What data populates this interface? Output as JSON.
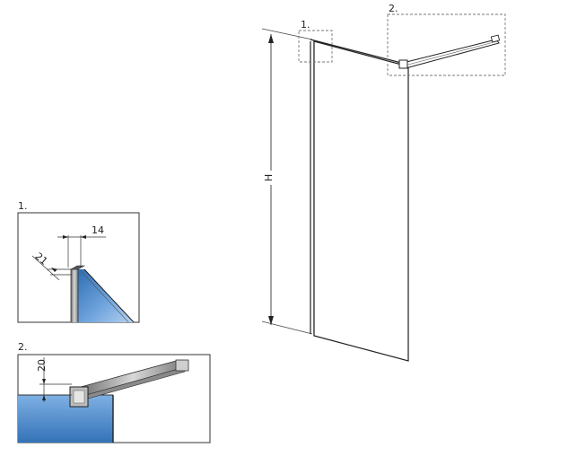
{
  "main": {
    "callout_1_label": "1.",
    "callout_2_label": "2.",
    "height_label": "H"
  },
  "detail_1": {
    "label": "1.",
    "width_dim": "14",
    "offset_dim": "21"
  },
  "detail_2": {
    "label": "2.",
    "height_dim": "20"
  },
  "colors": {
    "glass": "#3f7fc4",
    "line": "#222222",
    "callout_border": "#777777",
    "profile": "#9a9a9a"
  }
}
